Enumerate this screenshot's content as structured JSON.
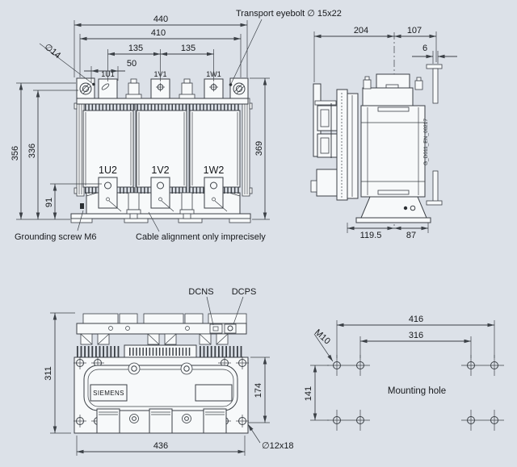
{
  "colors": {
    "background": "#dce1e8",
    "ink": "#3b4046",
    "text": "#17191c"
  },
  "front": {
    "dims": {
      "overall_width": "440",
      "inner_width": "410",
      "pitch_left": "135",
      "pitch_right": "135",
      "eyebolt_offset": "50",
      "overall_height": "369",
      "height_total": "356",
      "height_eyebolt": "336",
      "height_terminal": "91"
    },
    "labels": {
      "hole_dia": "∅14",
      "transport_eyebolt": "Transport eyebolt ∅ 15x22",
      "grounding_screw": "Grounding screw  M6",
      "cable_alignment": "Cable alignment only imprecisely"
    },
    "terminals_top": {
      "u": "1U1",
      "v": "1V1",
      "w": "1W1"
    },
    "terminals_bottom": {
      "u": "1U2",
      "v": "1V2",
      "w": "1W2"
    }
  },
  "side": {
    "dims": {
      "depth_front": "204",
      "depth_back": "107",
      "bracket_thickness": "6",
      "base_front": "119.5",
      "base_back": "87"
    },
    "doc_id": "G_D011_EN_00217"
  },
  "top": {
    "dims": {
      "overall_depth": "311",
      "body_depth": "174",
      "base_width": "436"
    },
    "labels": {
      "dc_negative": "DCNS",
      "dc_positive": "DCPS",
      "brand": "SIEMENS",
      "slot_size": "∅12x18"
    }
  },
  "mounting": {
    "dims": {
      "outer_span": "416",
      "inner_span": "316",
      "row_spacing": "141"
    },
    "labels": {
      "thread": "M10",
      "caption": "Mounting hole"
    }
  }
}
